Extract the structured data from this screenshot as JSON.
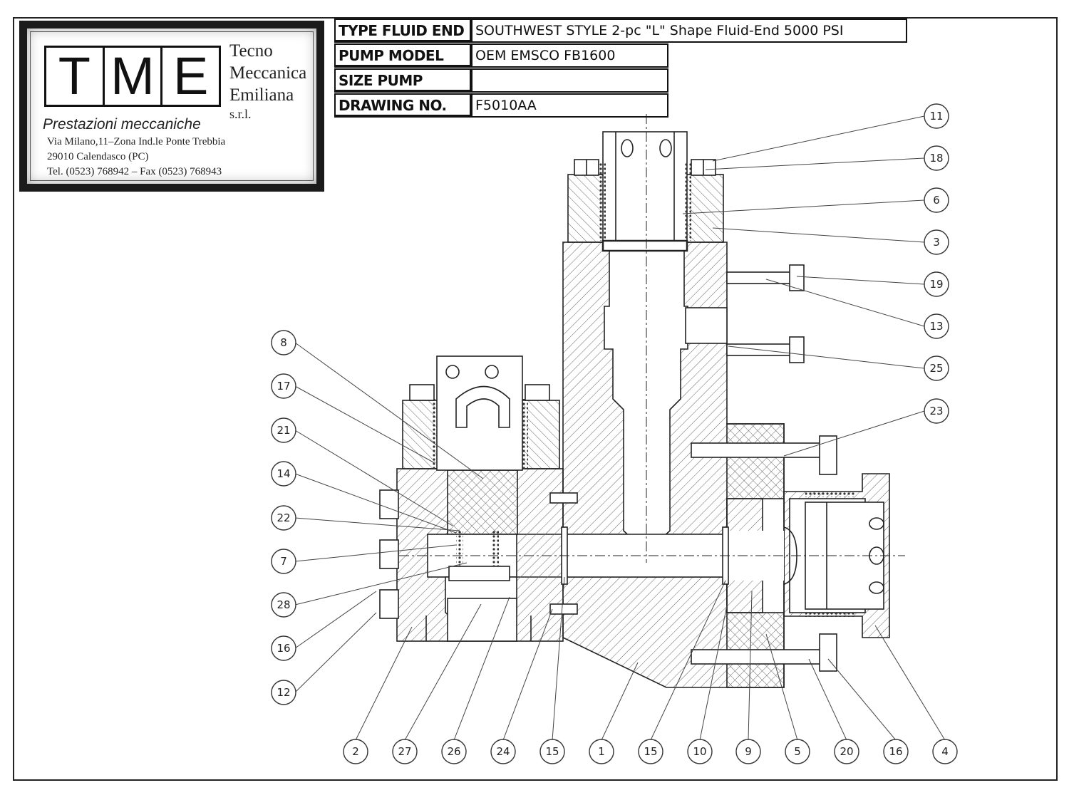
{
  "logo": {
    "letters": [
      "T",
      "M",
      "E"
    ],
    "company_line1": "Tecno",
    "company_line2": "Meccanica",
    "company_line3": "Emiliana",
    "company_suffix": "s.r.l.",
    "tagline": "Prestazioni meccaniche",
    "address_line1": "Via Milano,11–Zona Ind.le Ponte Trebbia",
    "address_line2": "29010 Calendasco (PC)",
    "address_line3": "Tel. (0523) 768942 – Fax (0523) 768943"
  },
  "title_block": {
    "type_label": "TYPE FLUID END",
    "type_value": "SOUTHWEST STYLE 2-pc \"L\" Shape Fluid-End 5000 PSI",
    "model_label": "PUMP MODEL",
    "model_value": "OEM EMSCO FB1600",
    "size_label": "SIZE PUMP",
    "size_value": "",
    "drawing_label": "DRAWING NO.",
    "drawing_value": "F5010AA"
  },
  "callouts": {
    "right": [
      "11",
      "18",
      "6",
      "3",
      "19",
      "13",
      "25",
      "23"
    ],
    "left": [
      "8",
      "17",
      "21",
      "14",
      "22",
      "7",
      "28",
      "16",
      "12"
    ],
    "bottom": [
      "2",
      "27",
      "26",
      "24",
      "15",
      "1",
      "15",
      "10",
      "9",
      "5",
      "20",
      "16",
      "4"
    ]
  },
  "colors": {
    "line": "#222222",
    "hatch": "#555555",
    "background": "#ffffff"
  }
}
